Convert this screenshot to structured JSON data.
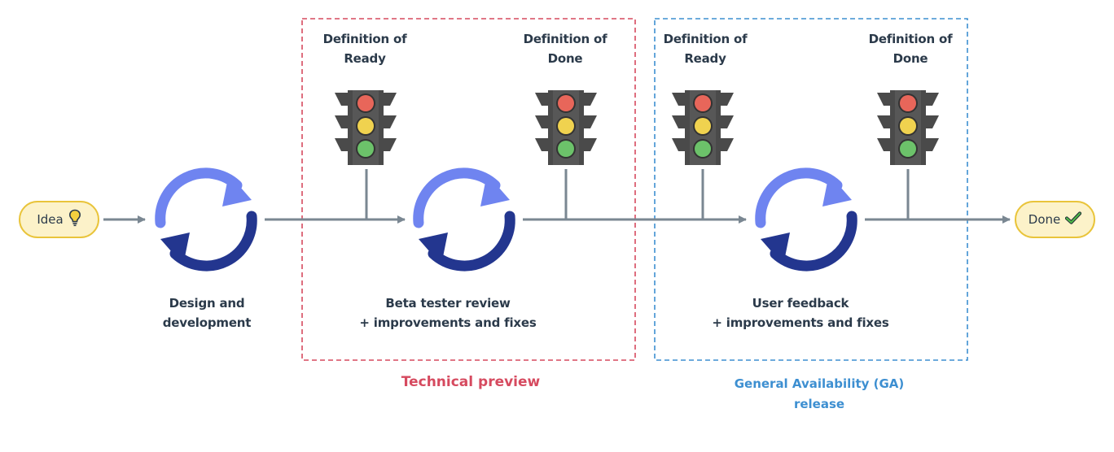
{
  "nodes": {
    "start": {
      "label": "Idea",
      "icon": "lightbulb-icon"
    },
    "end": {
      "label": "Done",
      "icon": "checkmark-icon"
    }
  },
  "cycles": [
    {
      "line1": "Design and",
      "line2": "development"
    },
    {
      "line1": "Beta tester review",
      "line2": "+ improvements and fixes"
    },
    {
      "line1": "User feedback",
      "line2": "+ improvements and fixes"
    }
  ],
  "gates": [
    {
      "line1": "Definition of",
      "line2": "Ready"
    },
    {
      "line1": "Definition of",
      "line2": "Done"
    },
    {
      "line1": "Definition of",
      "line2": "Ready"
    },
    {
      "line1": "Definition of",
      "line2": "Done"
    }
  ],
  "phases": [
    {
      "title": "Technical preview",
      "title_line2": "",
      "color": "#d64a5f"
    },
    {
      "title": "General Availability (GA)",
      "title_line2": "release",
      "color": "#3d8fd1"
    }
  ],
  "colors": {
    "arrow_light": "#6f84f0",
    "arrow_dark": "#23368f",
    "flow_line": "#7a8792",
    "traffic_light_body": "#4a4a4a",
    "light_red": "#e8665a",
    "light_yellow": "#f0d24f",
    "light_green": "#6cc26a",
    "node_fill": "#fcf2c9",
    "node_border": "#e9c43a"
  }
}
